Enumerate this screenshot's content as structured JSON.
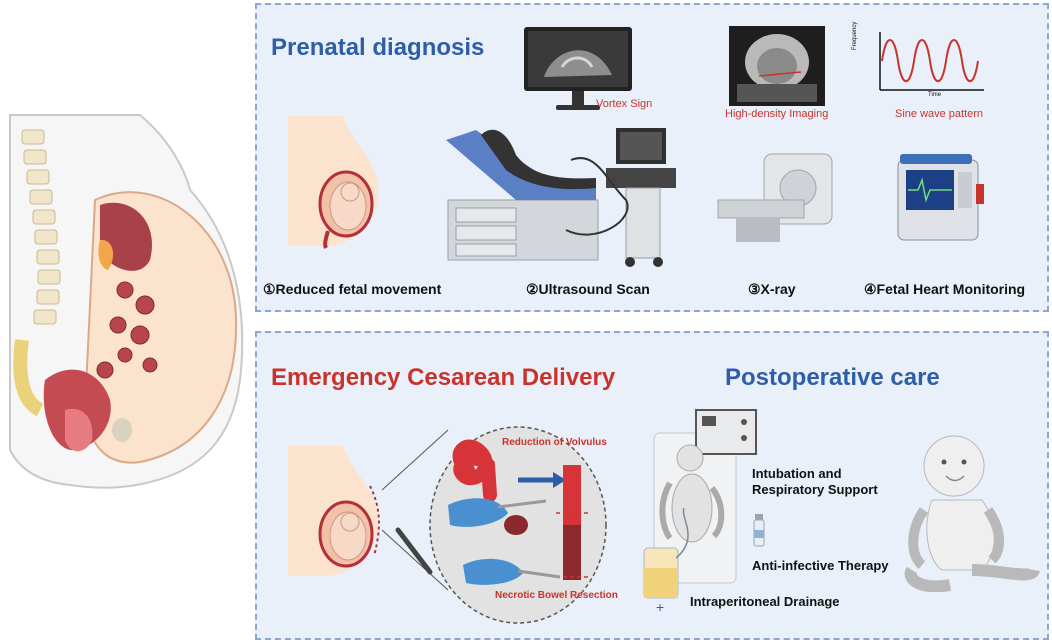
{
  "prenatal": {
    "title": "Prenatal diagnosis",
    "steps": [
      "①Reduced fetal movement",
      "②Ultrasound Scan",
      "③X-ray",
      "④Fetal Heart Monitoring"
    ],
    "findings": {
      "ultrasound": "Vortex Sign",
      "xray": "High-density Imaging",
      "monitor": "Sine wave pattern"
    },
    "sine_chart": {
      "xlabel": "Time",
      "ylabel": "Frequency"
    }
  },
  "surgery": {
    "title": "Emergency Cesarean Delivery",
    "reduction_label": "Reduction of Volvulus",
    "resection_label": "Necrotic Bowel Resection"
  },
  "postop": {
    "title": "Postoperative care",
    "items": [
      "Intubation and",
      "Respiratory Support",
      "Anti-infective Therapy",
      "Intraperitoneal Drainage"
    ]
  },
  "colors": {
    "blue_title": "#2f5ea8",
    "red_title": "#c8342c",
    "panel_bg": "#e9f0fa",
    "panel_border": "#8fa6cc"
  }
}
